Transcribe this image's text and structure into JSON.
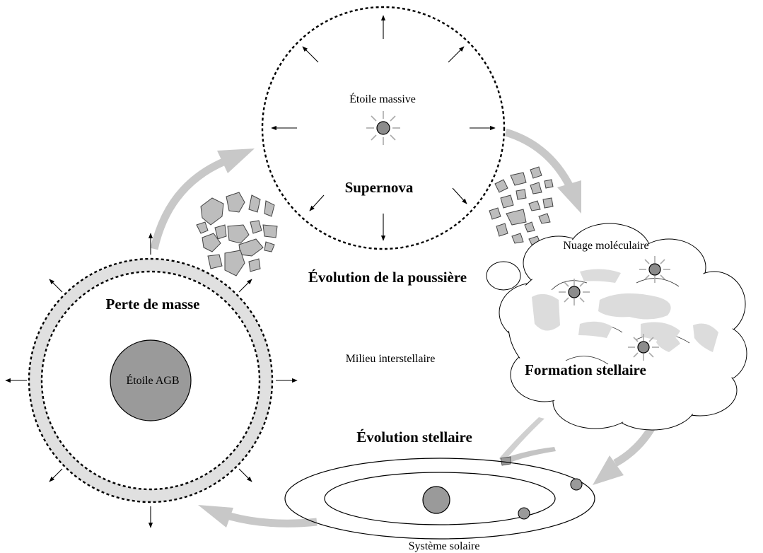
{
  "labels": {
    "massive_star": "Étoile massive",
    "supernova": "Supernova",
    "mass_loss": "Perte de masse",
    "dust_evolution": "Évolution de la poussière",
    "molecular_cloud": "Nuage moléculaire",
    "agb_star": "Étoile AGB",
    "ism": "Milieu interstellaire",
    "star_formation": "Formation stellaire",
    "stellar_evolution": "Évolution stellaire",
    "solar_system": "Système solaire"
  },
  "colors": {
    "cycle_arrow": "#c8c8c8",
    "star_fill": "#8c8c8c",
    "agb_fill": "#9a9a9a",
    "grain_fill": "#bdbdbd",
    "shell_fill": "#e0e0e0",
    "cloud_shade": "#dcdcdc"
  }
}
